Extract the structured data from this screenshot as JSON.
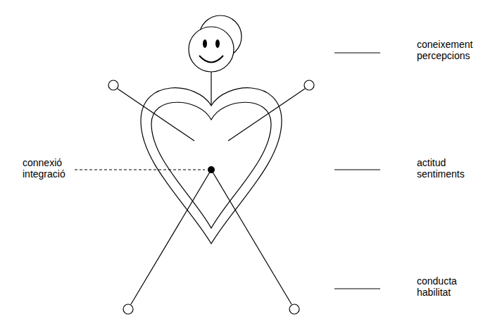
{
  "diagram": {
    "labels": [
      "coneixement percepcions",
      "connexió integració",
      "actitud sentiments",
      "conducta habilitat"
    ]
  }
}
